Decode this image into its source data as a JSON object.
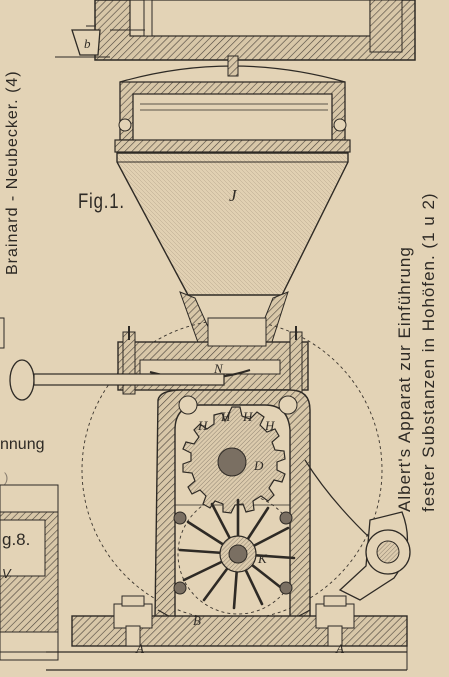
{
  "figure_label": "Fig.1.",
  "side_caption": {
    "line1": "Albert's Apparat zur Einführung",
    "line2": "fester Substanzen in Hohöfen. (1 u 2)"
  },
  "left_margin_caption": "Brainard - Neubecker. (4)",
  "left_fragments": {
    "nnung": "nnung",
    "paren": ")",
    "fig8": "g.8.",
    "v": "V"
  },
  "part_labels": {
    "J": "J",
    "N": "N",
    "H1": "H",
    "H2": "H",
    "H3": "H",
    "H4": "H",
    "D": "D",
    "K": "K",
    "B": "B",
    "A_left": "A",
    "A_right": "A",
    "b": "b"
  },
  "colors": {
    "paper": "#e3d3b6",
    "ink": "#2e2a25",
    "hatch": "#4a433b"
  }
}
